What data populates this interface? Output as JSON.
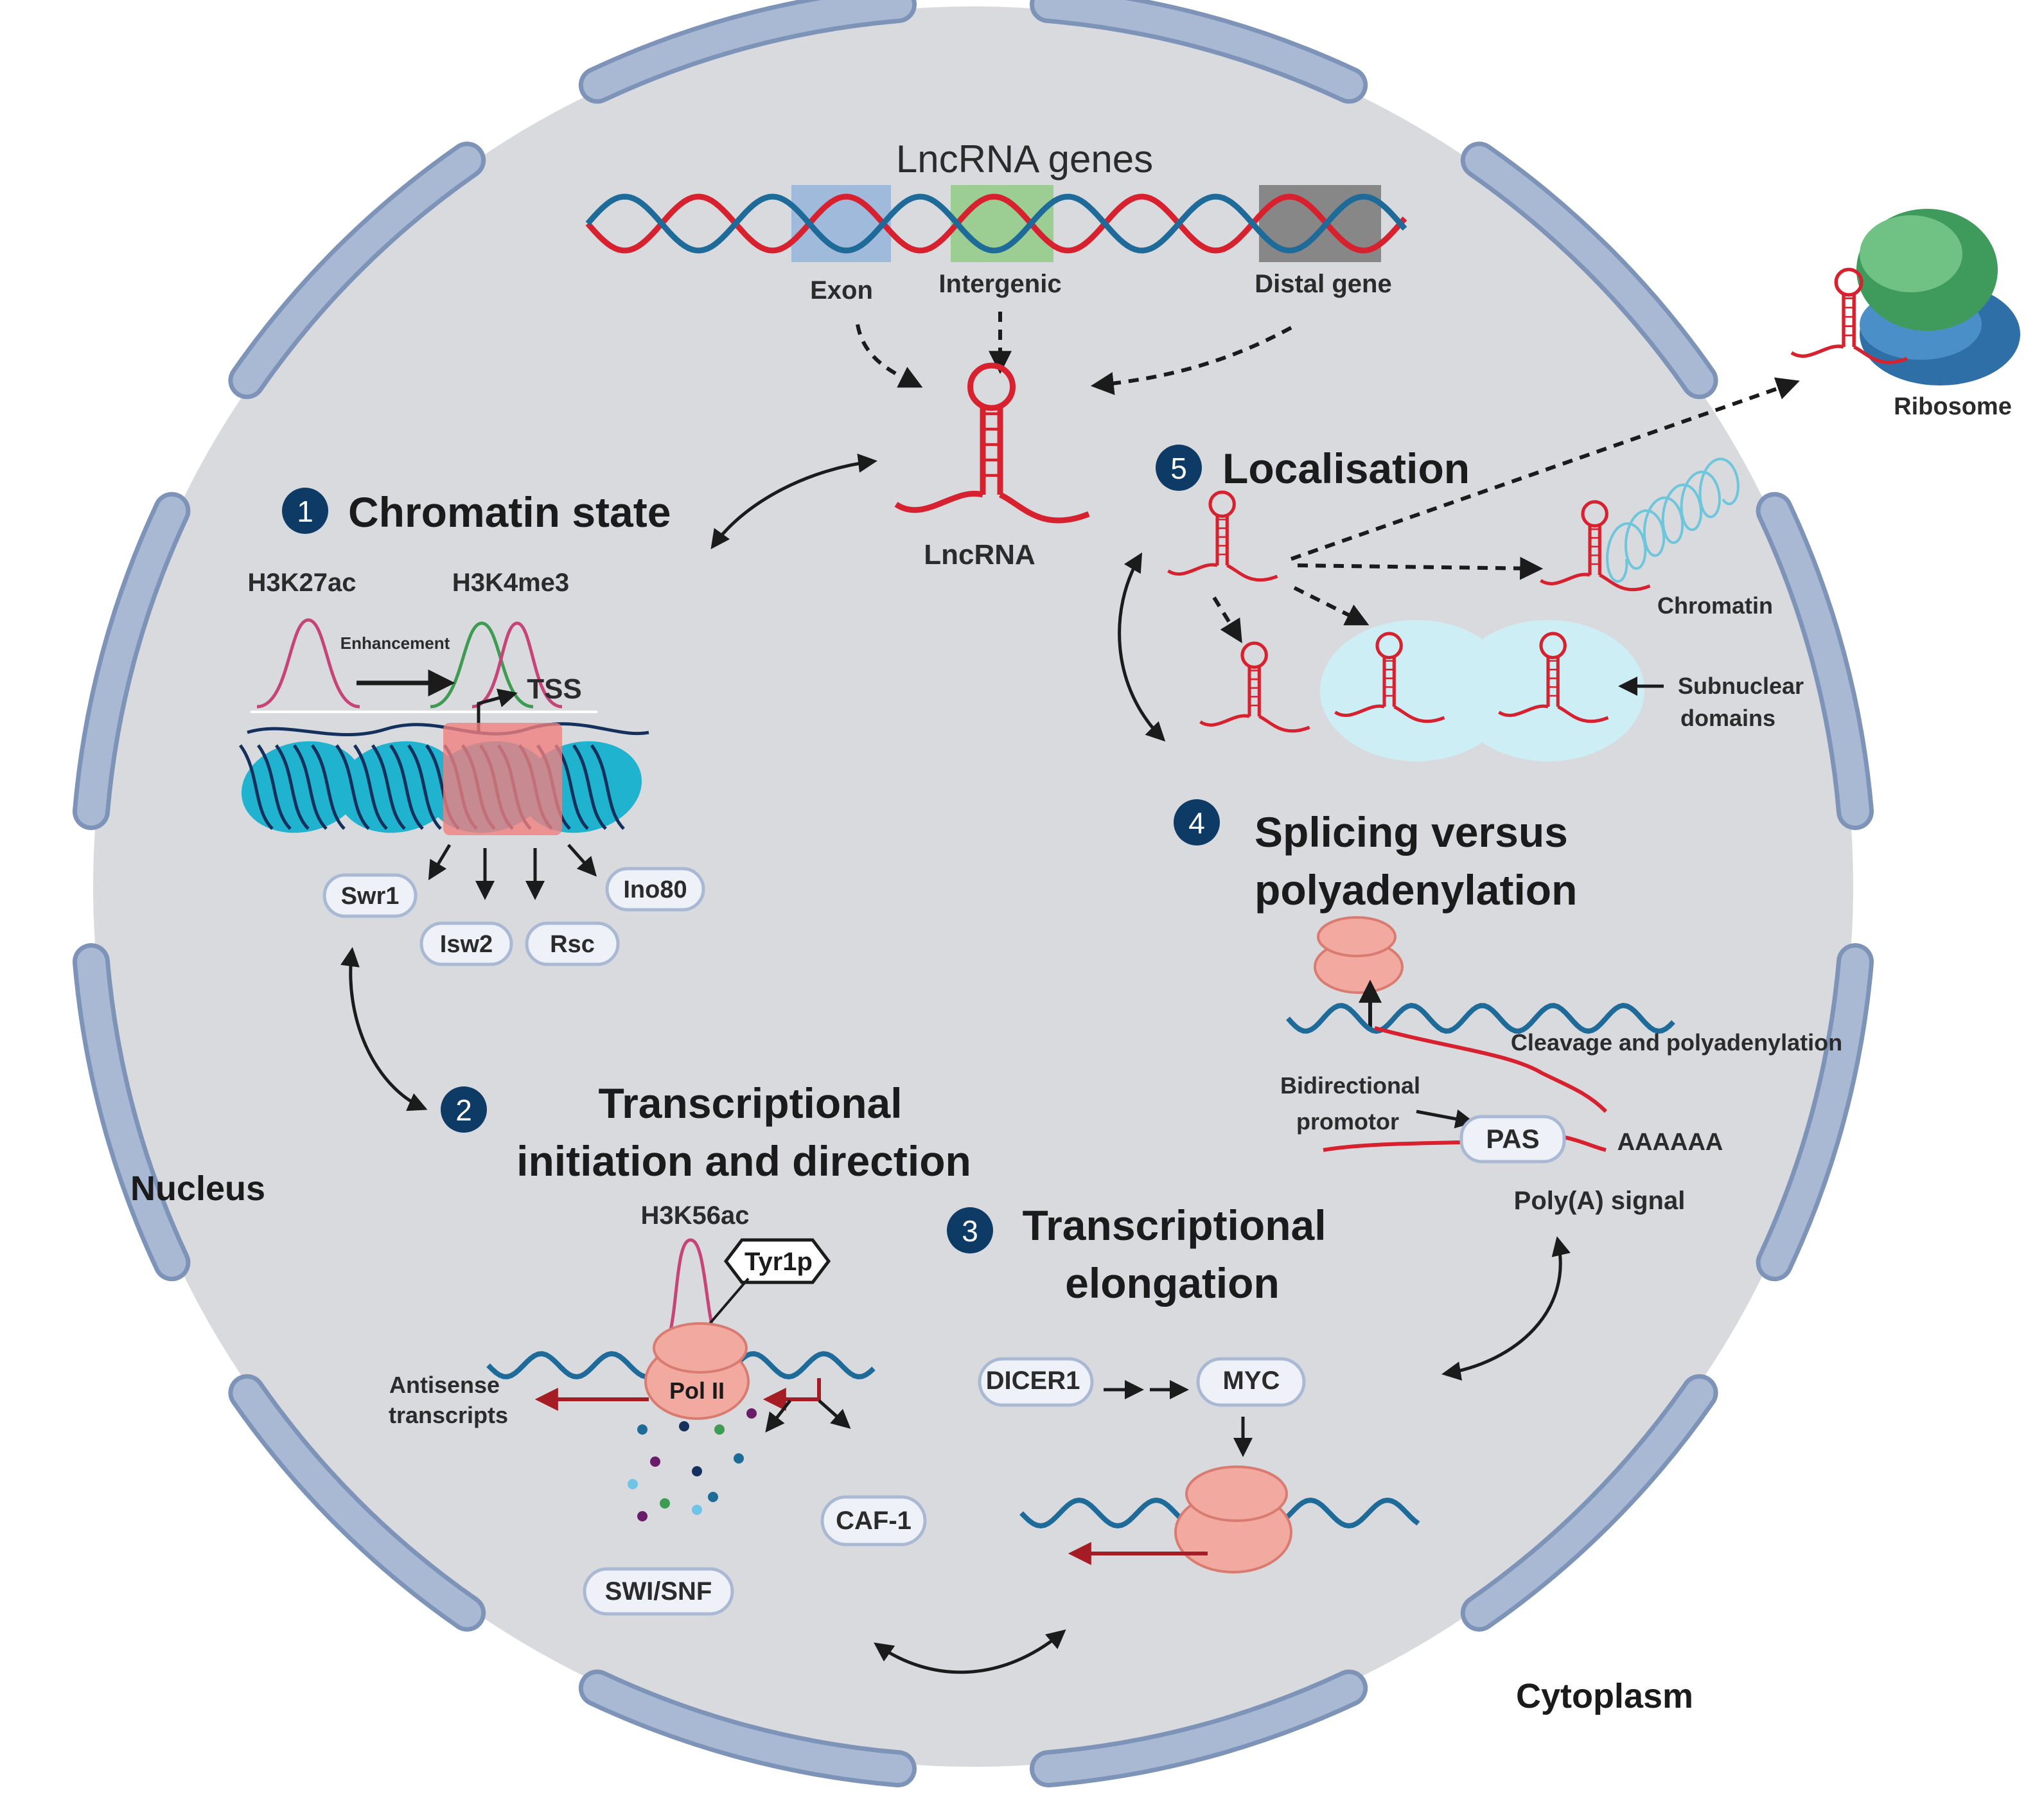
{
  "title": "LncRNA genes",
  "gene_regions": {
    "exon": "Exon",
    "intergenic": "Intergenic",
    "distal": "Distal gene"
  },
  "lncrna_label": "LncRNA",
  "ribosome_label": "Ribosome",
  "nucleus_label": "Nucleus",
  "cytoplasm_label": "Cytoplasm",
  "steps": {
    "s1": {
      "num": "1",
      "title": "Chromatin state"
    },
    "s2": {
      "num": "2",
      "title_line1": "Transcriptional",
      "title_line2": "initiation and direction"
    },
    "s3": {
      "num": "3",
      "title_line1": "Transcriptional",
      "title_line2": "elongation"
    },
    "s4": {
      "num": "4",
      "title_line1": "Splicing versus",
      "title_line2": "polyadenylation"
    },
    "s5": {
      "num": "5",
      "title": "Localisation"
    }
  },
  "chromatin": {
    "h3k27ac": "H3K27ac",
    "h3k4me3": "H3K4me3",
    "enhancement": "Enhancement",
    "tss": "TSS",
    "complexes": [
      "Swr1",
      "Isw2",
      "Rsc",
      "Ino80"
    ]
  },
  "initiation": {
    "h3k56ac": "H3K56ac",
    "tyr1p": "Tyr1p",
    "pol2": "Pol II",
    "antisense_line1": "Antisense",
    "antisense_line2": "transcripts",
    "caf1": "CAF-1",
    "swisnf": "SWI/SNF"
  },
  "elongation": {
    "dicer1": "DICER1",
    "myc": "MYC"
  },
  "splicing": {
    "cleavage": "Cleavage and polyadenylation",
    "bidirectional_line1": "Bidirectional",
    "bidirectional_line2": "promotor",
    "pas": "PAS",
    "polya": "AAAAAA",
    "polya_signal": "Poly(A) signal"
  },
  "localisation": {
    "chromatin": "Chromatin",
    "subnuclear_line1": "Subnuclear",
    "subnuclear_line2": "domains"
  },
  "colors": {
    "cytoplasm_bg": "#d9dadd",
    "membrane": "#a9b9d4",
    "membrane_edge": "#7d93b8",
    "step_badge": "#0d3b66",
    "dna_red": "#d7212e",
    "dna_blue": "#1e6b9a",
    "pol2": "#f2a9a0",
    "exon_box": "#6fa0d8",
    "intergenic_box": "#7bc86c",
    "distal_box": "#6b6b6b",
    "nucleosome": "#1fb3d0",
    "domain_bubble": "#cdeef4"
  }
}
